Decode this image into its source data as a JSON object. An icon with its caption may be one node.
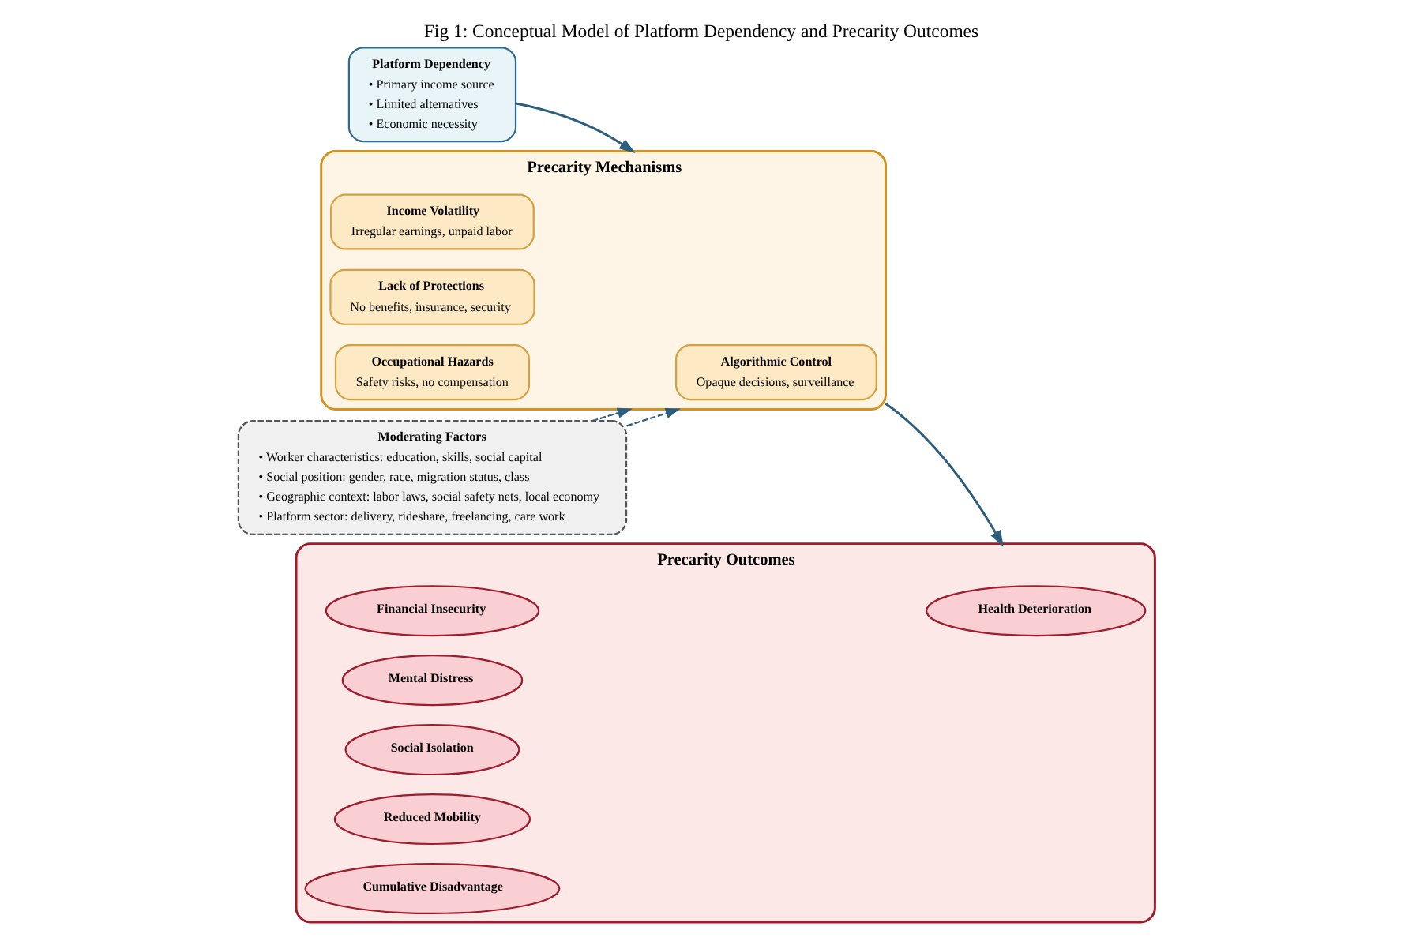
{
  "diagram": {
    "title": "Fig 1: Conceptual Model of Platform Dependency and Precarity Outcomes",
    "nodes": [
      {
        "text": [
          "Platform Dependency",
          "• Primary income source",
          "• Limited alternatives",
          "• Economic necessity"
        ]
      },
      {
        "text": [
          "Precarity Mechanisms"
        ]
      },
      {
        "text": [
          "Income Volatility",
          "Irregular earnings, unpaid labor"
        ],
        "in": 1
      },
      {
        "text": [
          "Lack of Protections",
          "No benefits, insurance, security"
        ],
        "in": 1
      },
      {
        "text": [
          "Algorithmic Control",
          "Opaque decisions, surveillance"
        ],
        "in": 1
      },
      {
        "text": [
          "Occupational Hazards",
          "Safety risks, no compensation"
        ],
        "in": 1
      },
      {
        "text": [
          "Precarity Outcomes"
        ]
      },
      {
        "text": [
          "Financial Insecurity"
        ],
        "in": 6
      },
      {
        "text": [
          "Mental Distress"
        ],
        "in": 6
      },
      {
        "text": [
          "Social Isolation"
        ],
        "in": 6
      },
      {
        "text": [
          "Health Deterioration"
        ],
        "in": 6
      },
      {
        "text": [
          "Reduced Mobility"
        ],
        "in": 6
      },
      {
        "text": [
          "Cumulative Disadvantage"
        ],
        "in": 6
      },
      {
        "text": [
          "Moderating Factors",
          "• Worker characteristics: education, skills, social capital",
          "• Social position: gender, race, migration status, class",
          "• Geographic context: labor laws, social safety nets, local economy",
          "• Platform sector: delivery, rideshare, freelancing, care work"
        ]
      }
    ],
    "edges": [
      {
        "from": 0,
        "to": 1,
        "arrow": "to"
      },
      {
        "from": 1,
        "to": 6,
        "arrow": "to"
      },
      {
        "from": 13,
        "to": 1,
        "arrow": "to",
        "style": "dashed"
      },
      {
        "from": 13,
        "to": 1,
        "arrow": "to",
        "style": "dashed"
      }
    ]
  }
}
